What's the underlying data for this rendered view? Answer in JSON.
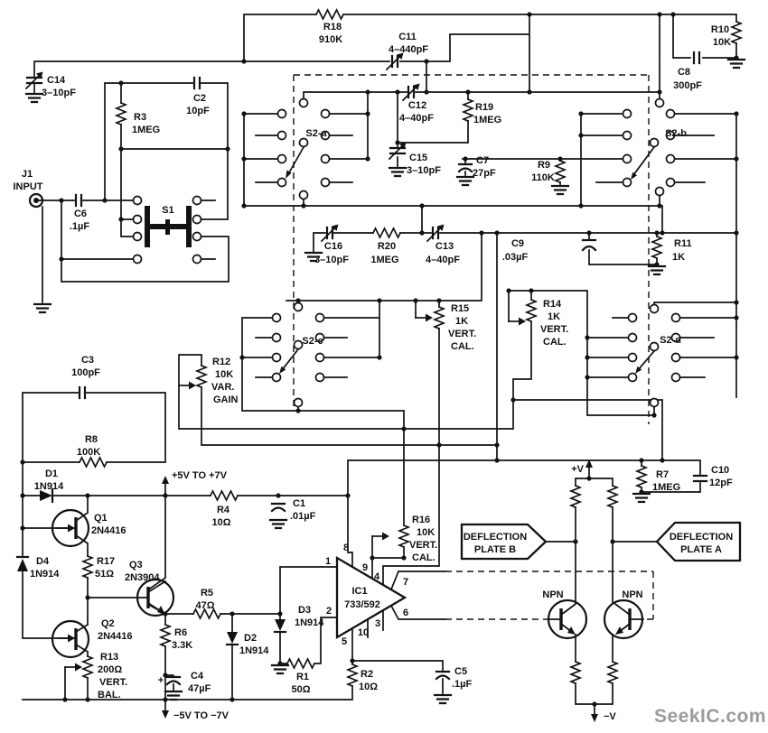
{
  "wm": "SeekIC.com",
  "j1": {
    "ref": "J1",
    "label": "INPUT"
  },
  "pwr": {
    "pos_rail": "+5V TO +7V",
    "neg_rail": "−5V TO −7V",
    "v_plus": "+V",
    "v_minus": "−V"
  },
  "sw": {
    "s1": "S1",
    "s2a": "S2-a",
    "s2b": "S2-b",
    "s2c": "S2-c",
    "s2d": "S2-d"
  },
  "ic": {
    "ref": "IC1",
    "part": "733/592",
    "p1": "1",
    "p2": "2",
    "p3": "3",
    "p4": "4",
    "p5": "5",
    "p6": "6",
    "p7": "7",
    "p8": "8",
    "p9": "9",
    "p10": "10"
  },
  "plate_b": {
    "l1": "DEFLECTION",
    "l2": "PLATE B"
  },
  "plate_a": {
    "l1": "DEFLECTION",
    "l2": "PLATE A"
  },
  "q": {
    "q1": {
      "ref": "Q1",
      "val": "2N4416"
    },
    "q2": {
      "ref": "Q2",
      "val": "2N4416"
    },
    "q3": {
      "ref": "Q3",
      "val": "2N3904"
    },
    "npn1": "NPN",
    "npn2": "NPN"
  },
  "d": {
    "d1": {
      "ref": "D1",
      "val": "1N914"
    },
    "d2": {
      "ref": "D2",
      "val": "1N914"
    },
    "d3": {
      "ref": "D3",
      "val": "1N914"
    },
    "d4": {
      "ref": "D4",
      "val": "1N914"
    }
  },
  "r": {
    "r1": {
      "ref": "R1",
      "val": "50Ω"
    },
    "r2": {
      "ref": "R2",
      "val": "10Ω"
    },
    "r3": {
      "ref": "R3",
      "val": "1MEG"
    },
    "r4": {
      "ref": "R4",
      "val": "10Ω"
    },
    "r5": {
      "ref": "R5",
      "val": "47Ω"
    },
    "r6": {
      "ref": "R6",
      "val": "3.3K"
    },
    "r7": {
      "ref": "R7",
      "val": "1MEG"
    },
    "r8": {
      "ref": "R8",
      "val": "100K"
    },
    "r9": {
      "ref": "R9",
      "val": "110K"
    },
    "r10": {
      "ref": "R10",
      "val": "10K"
    },
    "r11": {
      "ref": "R11",
      "val": "1K"
    },
    "r12": {
      "ref": "R12",
      "val": "10K",
      "l3": "VAR.",
      "l4": "GAIN"
    },
    "r13": {
      "ref": "R13",
      "val": "200Ω",
      "l3": "VERT.",
      "l4": "BAL."
    },
    "r14": {
      "ref": "R14",
      "val": "1K",
      "l3": "VERT.",
      "l4": "CAL."
    },
    "r15": {
      "ref": "R15",
      "val": "1K",
      "l3": "VERT.",
      "l4": "CAL."
    },
    "r16": {
      "ref": "R16",
      "val": "10K",
      "l3": "VERT.",
      "l4": "CAL."
    },
    "r17": {
      "ref": "R17",
      "val": "51Ω"
    },
    "r18": {
      "ref": "R18",
      "val": "910K"
    },
    "r19": {
      "ref": "R19",
      "val": "1MEG"
    },
    "r20": {
      "ref": "R20",
      "val": "1MEG"
    }
  },
  "c": {
    "c1": {
      "ref": "C1",
      "val": ".01µF"
    },
    "c2": {
      "ref": "C2",
      "val": "10pF"
    },
    "c3": {
      "ref": "C3",
      "val": "100pF"
    },
    "c4": {
      "ref": "C4",
      "val": "47µF",
      "pol": "+"
    },
    "c5": {
      "ref": "C5",
      "val": ".1µF"
    },
    "c6": {
      "ref": "C6",
      "val": ".1µF"
    },
    "c7": {
      "ref": "C7",
      "val": "27pF"
    },
    "c8": {
      "ref": "C8",
      "val": "300pF"
    },
    "c9": {
      "ref": "C9",
      "val": ".03µF"
    },
    "c10": {
      "ref": "C10",
      "val": "12pF"
    },
    "c11": {
      "ref": "C11",
      "val": "4–440pF"
    },
    "c12": {
      "ref": "C12",
      "val": "4–40pF"
    },
    "c13": {
      "ref": "C13",
      "val": "4–40pF"
    },
    "c14": {
      "ref": "C14",
      "val": "3–10pF"
    },
    "c15": {
      "ref": "C15",
      "val": "3–10pF"
    },
    "c16": {
      "ref": "C16",
      "val": "3–10pF"
    }
  }
}
